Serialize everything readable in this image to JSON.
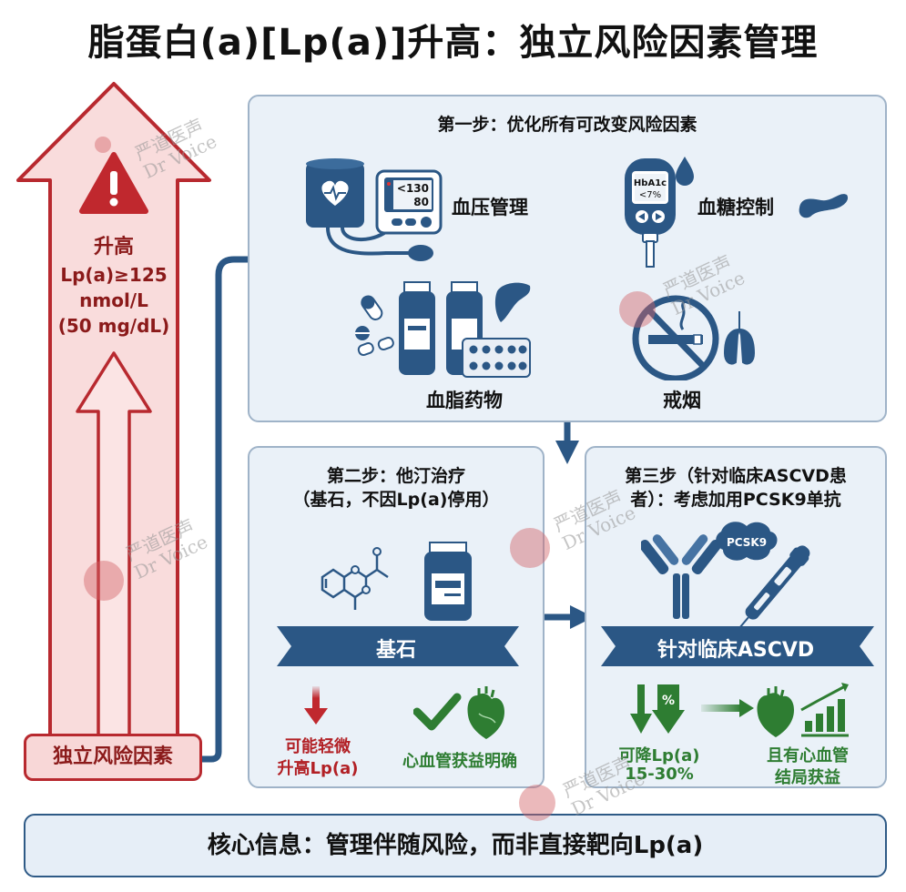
{
  "title": "脂蛋白(a)[Lp(a)]升高：独立风险因素管理",
  "left_arrow": {
    "line1": "升高",
    "line2": "Lp(a)≥125",
    "line3": "nmol/L",
    "line4": "(50 mg/dL)",
    "base_label": "独立风险因素",
    "warning_icon": "warning-triangle-icon"
  },
  "step1": {
    "title": "第一步：优化所有可改变风险因素",
    "items": [
      {
        "label": "血压管理",
        "icon": "blood-pressure-monitor-icon",
        "display_line1": "<130",
        "display_line2": "80"
      },
      {
        "label": "血糖控制",
        "icon": "glucose-meter-icon",
        "display_line1": "HbA1c",
        "display_line2": "<7%"
      },
      {
        "label": "血脂药物",
        "icon": "medication-bottles-icon"
      },
      {
        "label": "戒烟",
        "icon": "no-smoking-icon"
      }
    ]
  },
  "step2": {
    "title_line1": "第二步：他汀治疗",
    "title_line2": "（基石，不因Lp(a)停用）",
    "ribbon": "基石",
    "note_left_line1": "可能轻微",
    "note_left_line2": "升高Lp(a)",
    "note_right": "心血管获益明确"
  },
  "step3": {
    "title_line1": "第三步（针对临床ASCVD患",
    "title_line2": "者）：考虑加用PCSK9单抗",
    "pcsk9_label": "PCSK9",
    "ribbon": "针对临床ASCVD",
    "note_left_line1": "可降Lp(a)",
    "note_left_line2": "15-30%",
    "note_right_line1": "且有心血管",
    "note_right_line2": "结局获益",
    "percent_symbol": "%"
  },
  "footer": "核心信息：管理伴随风险，而非直接靶向Lp(a)",
  "watermark": {
    "line1": "严道医声",
    "line2": "Dr Voice"
  },
  "colors": {
    "navy": "#2b5785",
    "red": "#b8292f",
    "pink_fill": "#f9dcdc",
    "green": "#2e7d32",
    "panel_bg": "#eaf1f8"
  }
}
